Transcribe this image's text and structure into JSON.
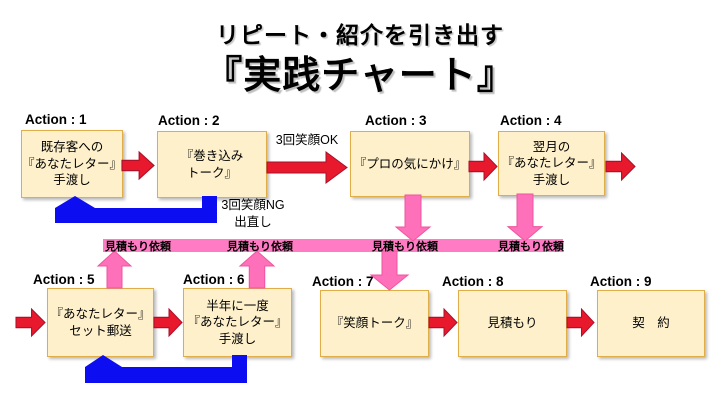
{
  "title": {
    "line1": "リピート・紹介を引き出す",
    "line2": "『実践チャート』"
  },
  "colors": {
    "red": "#e8192d",
    "redline": "#a6122b",
    "blue": "#0d0df2",
    "pink": "#ff70ba",
    "pinkline": "#ef559f",
    "pinkbar": "#ff7cc4",
    "boxfill": "#fdf0cb",
    "boxborder": "#e0ad48",
    "text": "#000000"
  },
  "boxes": [
    {
      "action_label": "Action : 1",
      "lines": [
        "既存客への",
        "『あなたレター』",
        "手渡し"
      ]
    },
    {
      "action_label": "Action : 2",
      "lines": [
        "『巻き込み",
        "トーク』"
      ]
    },
    {
      "action_label": "Action : 3",
      "lines": [
        "『プロの気にかけ』"
      ]
    },
    {
      "action_label": "Action : 4",
      "lines": [
        "翌月の",
        "『あなたレター』",
        "手渡し"
      ]
    },
    {
      "action_label": "Action : 5",
      "lines": [
        "『あなたレター』",
        "セット郵送"
      ]
    },
    {
      "action_label": "Action : 6",
      "lines": [
        "半年に一度",
        "『あなたレター』",
        "手渡し"
      ]
    },
    {
      "action_label": "Action : 7",
      "lines": [
        "『笑顔トーク』"
      ]
    },
    {
      "action_label": "Action : 8",
      "lines": [
        "見積もり"
      ]
    },
    {
      "action_label": "Action : 9",
      "lines": [
        "契　約"
      ]
    }
  ],
  "arrow_labels": {
    "smile_ok": "3回笑顔OK",
    "smile_ng_line1": "3回笑顔NG",
    "smile_ng_line2": "出直し"
  },
  "quote_bar": {
    "labels": [
      "見積もり依頼",
      "見積もり依頼",
      "見積もり依頼",
      "見積もり依頼"
    ]
  }
}
